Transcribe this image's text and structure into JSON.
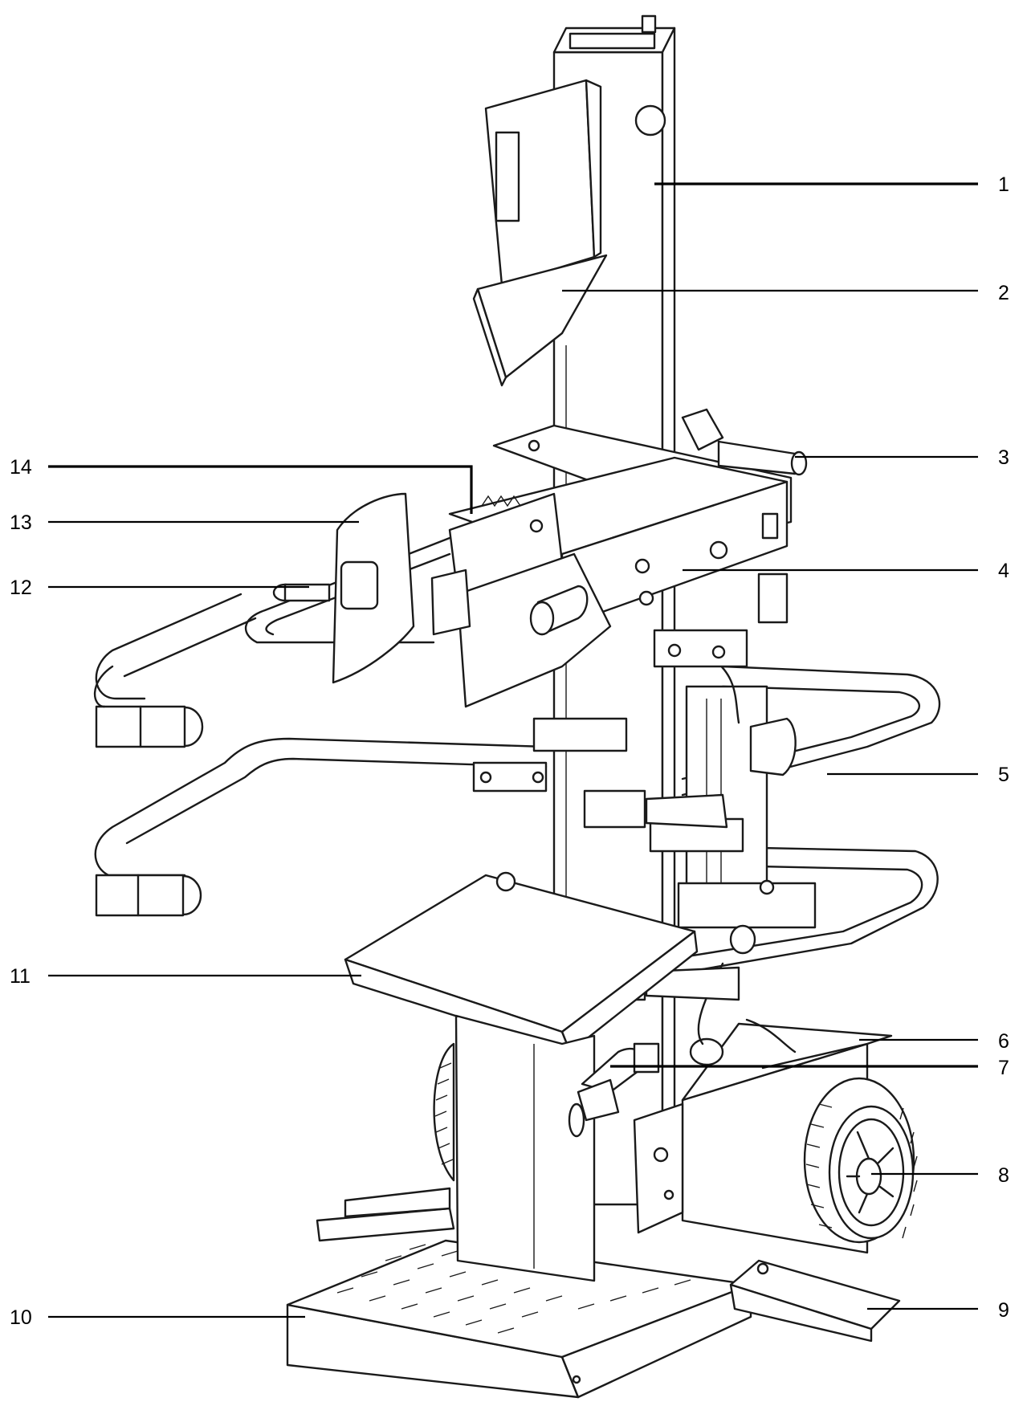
{
  "diagram": {
    "subject": "vertical-log-splitter",
    "callouts": [
      {
        "id": 1,
        "label": "1"
      },
      {
        "id": 2,
        "label": "2"
      },
      {
        "id": 3,
        "label": "3"
      },
      {
        "id": 4,
        "label": "4"
      },
      {
        "id": 5,
        "label": "5"
      },
      {
        "id": 6,
        "label": "6"
      },
      {
        "id": 7,
        "label": "7"
      },
      {
        "id": 8,
        "label": "8"
      },
      {
        "id": 9,
        "label": "9"
      },
      {
        "id": 10,
        "label": "10"
      },
      {
        "id": 11,
        "label": "11"
      },
      {
        "id": 12,
        "label": "12"
      },
      {
        "id": 13,
        "label": "13"
      },
      {
        "id": 14,
        "label": "14"
      }
    ]
  }
}
